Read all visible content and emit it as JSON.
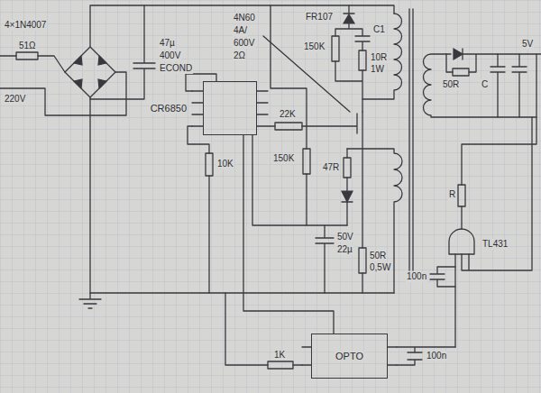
{
  "diagram": {
    "nodes": [
      {
        "text": [
          "CR6850"
        ]
      },
      {
        "text": [
          "OPTO"
        ]
      }
    ],
    "edges": [
      {
        "from": 1,
        "to": 0,
        "arrow": "none"
      }
    ],
    "labels": [
      "51Ω",
      "220V",
      "4×1N4007",
      "47µ",
      "400V",
      "ECOND",
      "4N60",
      "4A/",
      "600V",
      "2Ω",
      "FR107",
      "C1",
      "150K",
      "10R",
      "1W",
      "22K",
      "150K",
      "47R",
      "10K",
      "50R",
      "0,5W",
      "50V",
      "22µ",
      "1K",
      "100n",
      "R",
      "100n",
      "TL431",
      "50R",
      "C",
      "5V"
    ]
  }
}
